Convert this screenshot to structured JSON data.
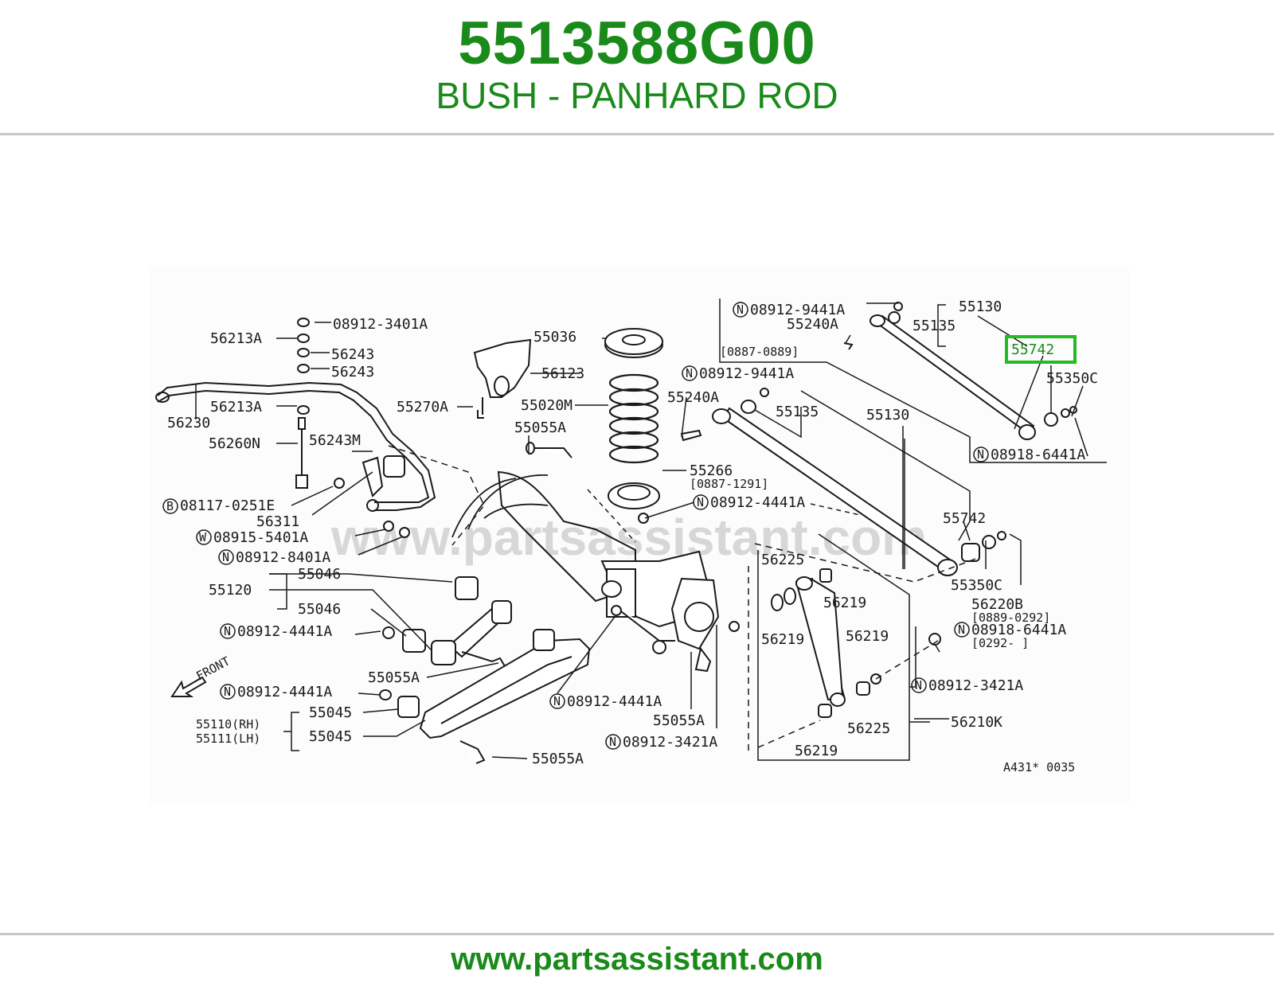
{
  "header": {
    "part_number": "5513588G00",
    "part_name": "BUSH - PANHARD ROD"
  },
  "footer": {
    "url": "www.partsassistant.com"
  },
  "diagram": {
    "watermark": "www.partsassistant.com",
    "highlight_color": "#22bb22",
    "brand_color": "#1a8a1a",
    "highlighted_callout": "55742",
    "figure_code": "A431* 0035",
    "front_label": "FRONT",
    "callouts": {
      "c08912_3401A": "08912-3401A",
      "c56213A_1": "56213A",
      "c56243_1": "56243",
      "c56243_2": "56243",
      "c56213A_2": "56213A",
      "c56230": "56230",
      "c56260N": "56260N",
      "c56243M": "56243M",
      "c08117_0251E": "08117-0251E",
      "c56311": "56311",
      "c08915_5401A": "08915-5401A",
      "c08912_8401A": "08912-8401A",
      "c55046_1": "55046",
      "c55120": "55120",
      "c55046_2": "55046",
      "c08912_4441A_1": "08912-4441A",
      "c55055A_1": "55055A",
      "c08912_4441A_2": "08912-4441A",
      "c55045_1": "55045",
      "c55110": "55110(RH)",
      "c55111": "55111(LH)",
      "c55045_2": "55045",
      "c55055A_2": "55055A",
      "c55036": "55036",
      "c56123": "56123",
      "c55270A": "55270A",
      "c55020M": "55020M",
      "c55055A_3": "55055A",
      "c55266": "55266",
      "c0887_1291": "[0887-1291]",
      "c08912_4441A_3": "08912-4441A",
      "c08912_4441A_4": "08912-4441A",
      "c55055A_4": "55055A",
      "c08912_3421A_1": "08912-3421A",
      "c08912_9441A_1": "08912-9441A",
      "c55240A_1": "55240A",
      "c0887_0889": "[0887-0889]",
      "c55130_1": "55130",
      "c55135_1": "55135",
      "c55742_hl": "55742",
      "c55350C_1": "55350C",
      "c08918_6441A_1": "08918-6441A",
      "c08912_9441A_2": "08912-9441A",
      "c55240A_2": "55240A",
      "c55135_2": "55135",
      "c55130_2": "55130",
      "c55742_2": "55742",
      "c55350C_2": "55350C",
      "c56220B": "56220B",
      "c0889_0292": "[0889-0292]",
      "c08918_6441A_2": "08918-6441A",
      "c0292": "[0292-     ]",
      "c08912_3421A_2": "08912-3421A",
      "c56225_1": "56225",
      "c56219_1": "56219",
      "c56219_2": "56219",
      "c56219_3": "56219",
      "c56225_2": "56225",
      "c56210K": "56210K",
      "c56219_4": "56219"
    }
  }
}
